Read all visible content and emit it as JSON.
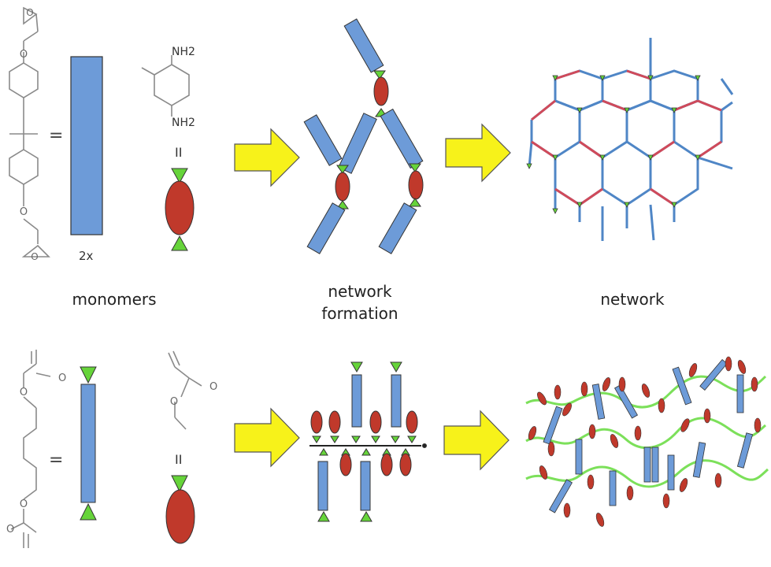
{
  "labels": {
    "monomers": "monomers",
    "network_formation_line1": "network",
    "network_formation_line2": "formation",
    "network": "network",
    "multiplier": "2x",
    "equals_top": "=",
    "equals_bottom": "=",
    "parallel_top": "II",
    "parallel_bottom": "II",
    "nh2_upper": "NH2",
    "nh2_lower": "NH2"
  },
  "colors": {
    "blue_segment": "#6d9bd8",
    "red_node": "#c0392b",
    "green_triangle": "#66d43a",
    "yellow_arrow": "#f7f21a",
    "network_blue": "#4f86c6",
    "network_red": "#d04a5a",
    "chain_green": "#7ce05a",
    "structure_gray": "#8a8a8a"
  },
  "icons": [
    "yellow-arrow-icon",
    "epoxy-monomer-structure-icon",
    "diamine-structure-icon",
    "diacrylate-structure-icon",
    "acrylate-structure-icon"
  ]
}
